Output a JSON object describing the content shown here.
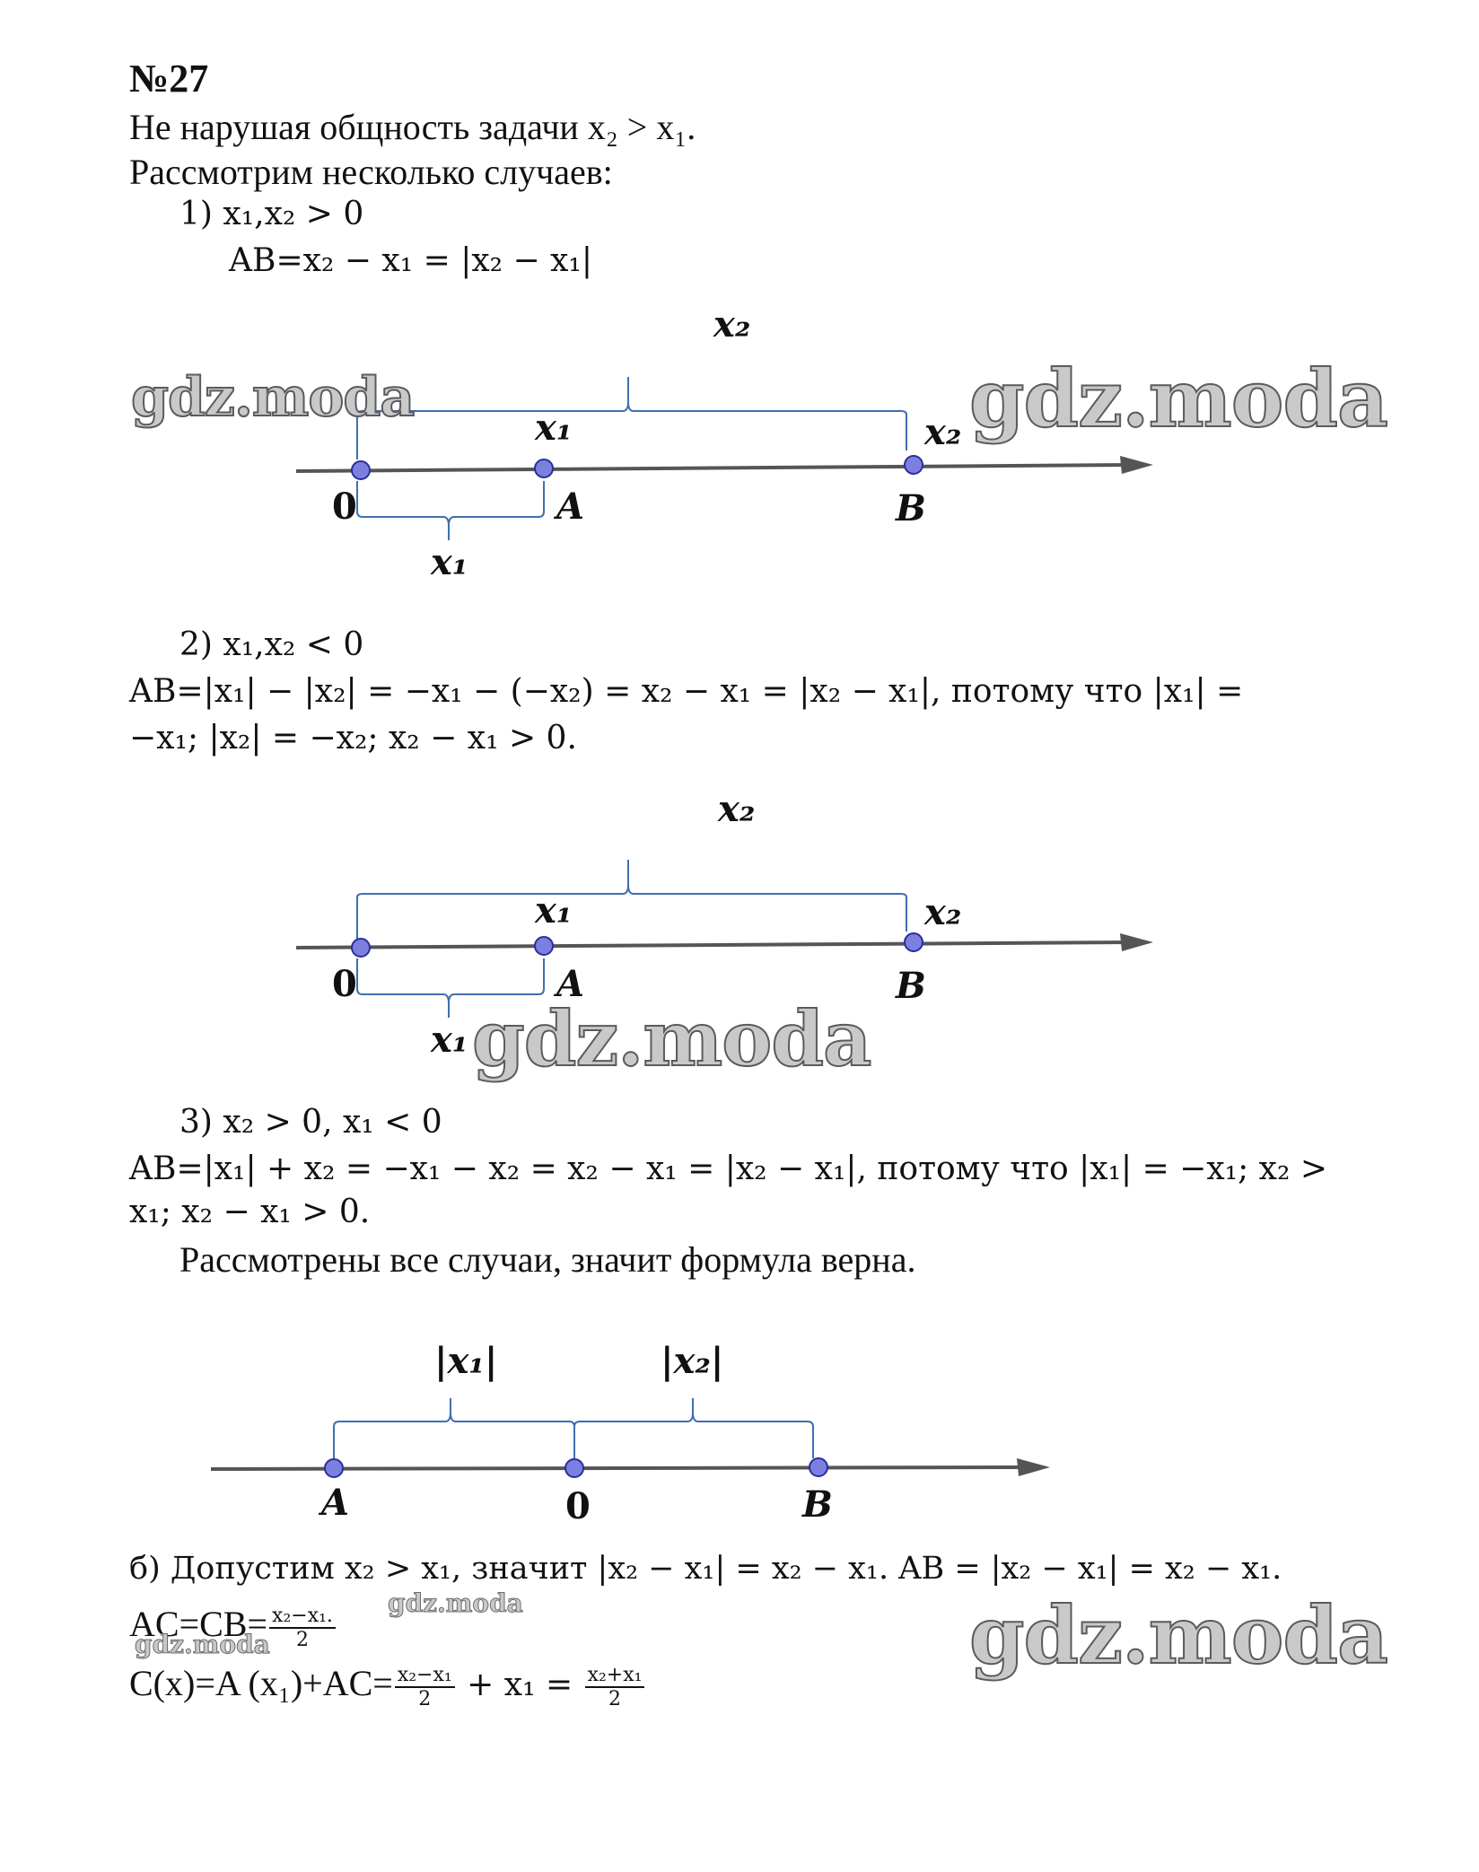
{
  "heading": "№27",
  "lines": {
    "l1": "Не нарушая общность задачи  x₂ > x₁.",
    "l2": "Рассмотрим несколько случаев:",
    "c1_cond": "1)  x₁,x₂ > 0",
    "c1_eq": "AB=x₂ − x₁ = |x₂ − x₁|",
    "c2_cond": "2)  x₁,x₂ < 0",
    "c2_eq1": "AB=|x₁| − |x₂| = −x₁ − (−x₂) = x₂ − x₁ = |x₂ − x₁|, потому что |x₁| =",
    "c2_eq2": "−x₁;  |x₂| = −x₂;  x₂ − x₁ > 0.",
    "c3_cond": "3)  x₂ > 0,  x₁ < 0",
    "c3_eq1": "AB=|x₁| + x₂ = −x₁ − x₂ = x₂ − x₁ = |x₂ − x₁|, потому что |x₁| = −x₁;  x₂ >",
    "c3_eq2": "x₁;  x₂ − x₁ > 0.",
    "conclusion": "Рассмотрены все случаи, значит формула верна.",
    "b_line": "б) Допустим x₂ > x₁, значит |x₂ − x₁| =  x₂ − x₁. AB = |x₂ − x₁| = x₂ − x₁.",
    "ac_prefix": "AC=CB=",
    "ac_num": "x₂−x₁.",
    "ac_den": "2",
    "cx_prefix": "C(x)=A (x₁)+AC=",
    "cx_num1": "x₂−x₁",
    "cx_den1": "2",
    "cx_mid": " + x₁ = ",
    "cx_num2": "x₂+x₁",
    "cx_den2": "2"
  },
  "figures": {
    "labels": {
      "x1": "x₁",
      "x2": "x₂",
      "zero": "0",
      "A": "A",
      "B": "B",
      "abs_x1": "|x₁|",
      "abs_x2": "|x₂|"
    }
  },
  "watermark": "gdz.moda",
  "colors": {
    "axis": "#555555",
    "point_fill": "#7b7fe0",
    "point_stroke": "#2a2f9a",
    "brace": "#3f6fb0"
  }
}
